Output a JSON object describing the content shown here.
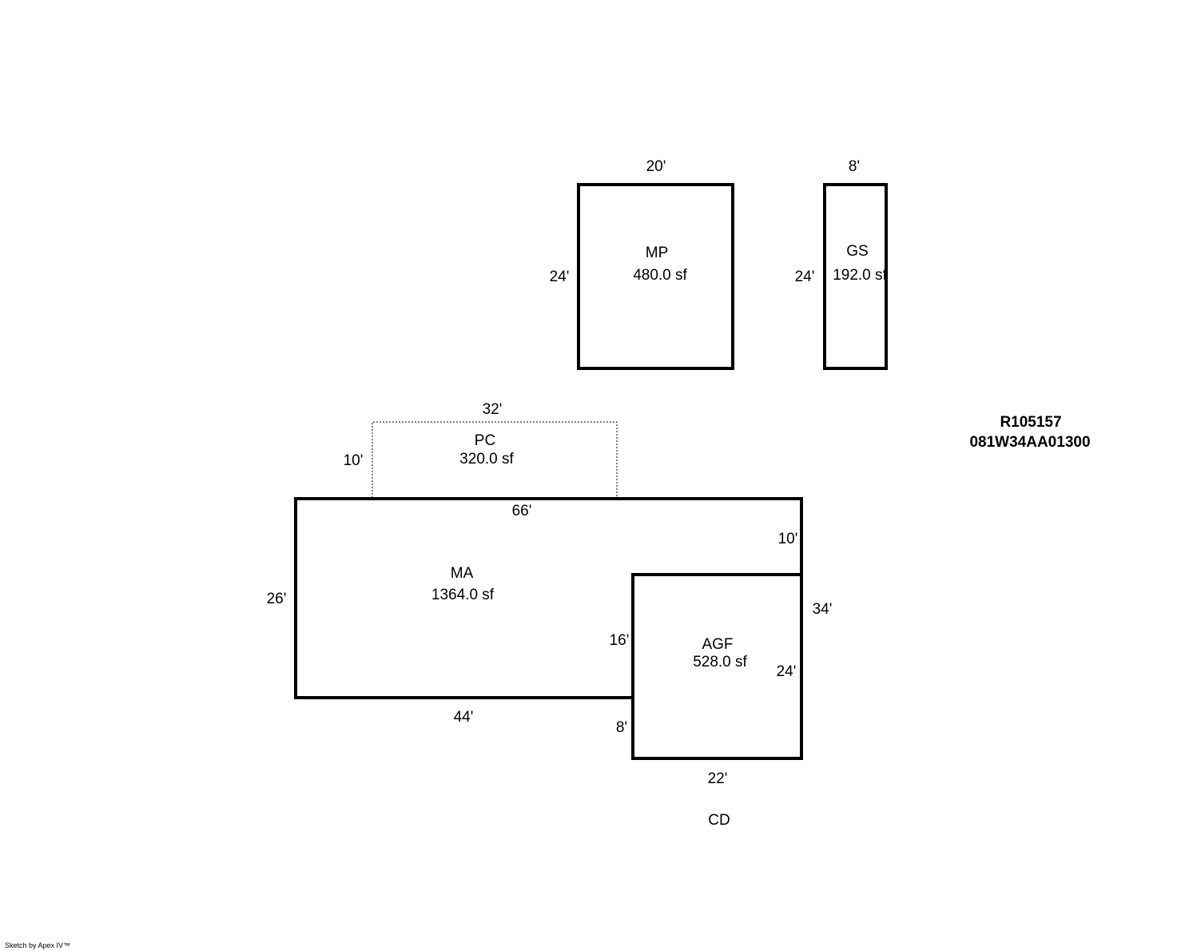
{
  "areas": {
    "mp": {
      "code": "MP",
      "area": "480.0 sf",
      "top": "20'",
      "side": "24'"
    },
    "gs": {
      "code": "GS",
      "area": "192.0 sf",
      "top": "8'",
      "side": "24'"
    },
    "pc": {
      "code": "PC",
      "area": "320.0 sf",
      "top": "32'",
      "side": "10'"
    },
    "ma": {
      "code": "MA",
      "area": "1364.0 sf",
      "top": "66'",
      "left": "26'",
      "bottom": "44'",
      "right_upper": "10'",
      "inner": "16'"
    },
    "agf": {
      "code": "AGF",
      "area": "528.0 sf",
      "right_total": "34'",
      "right_inner": "24'",
      "left_lower": "8'",
      "bottom": "22'"
    }
  },
  "cd_label": "CD",
  "parcel": {
    "id": "R105157",
    "map_number": "081W34AA01300"
  },
  "credit": "Sketch by Apex IV™",
  "colors": {
    "stroke": "#000000",
    "background": "#ffffff"
  }
}
